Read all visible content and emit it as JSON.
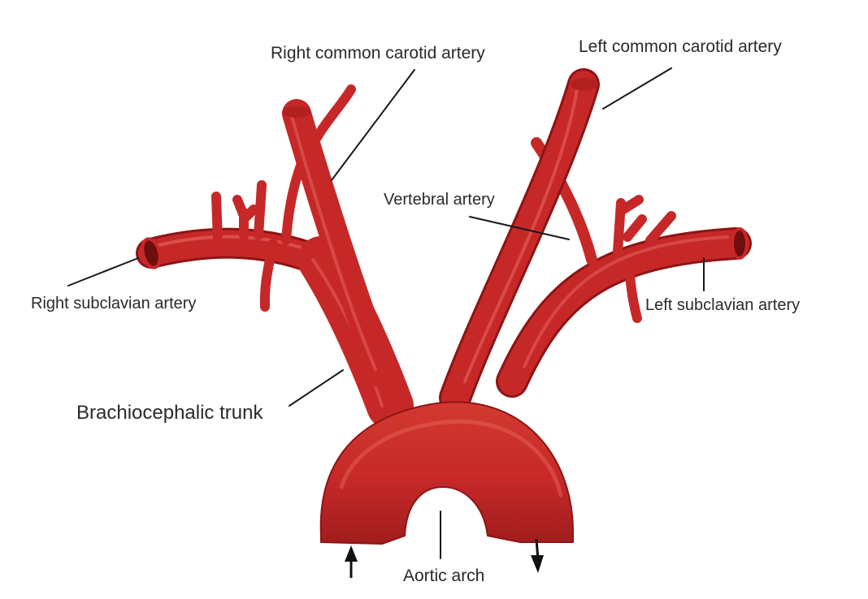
{
  "labels": {
    "right_common_carotid": "Right common carotid artery",
    "left_common_carotid": "Left common carotid artery",
    "vertebral": "Vertebral artery",
    "right_subclavian": "Right subclavian artery",
    "left_subclavian": "Left subclavian artery",
    "brachiocephalic": "Brachiocephalic trunk",
    "aortic_arch": "Aortic arch"
  },
  "colors": {
    "artery": "#c62828",
    "artery_dark": "#8e1414",
    "artery_highlight": "#e86a5e",
    "label_text": "#2a2a2a",
    "leader_line": "#1a1a1a",
    "background": "#ffffff"
  }
}
